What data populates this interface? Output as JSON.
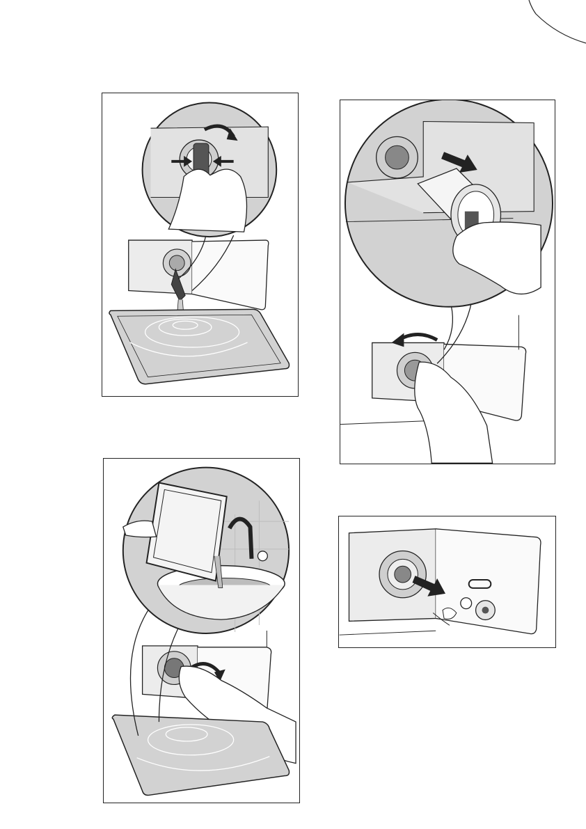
{
  "page": {
    "background": "#ffffff",
    "line_color": "#222222",
    "fill_gray": "#d2d2d2",
    "fill_light": "#ececec"
  },
  "panels": [
    {
      "id": "drain-water-step",
      "icons": [
        "magnifier-circle-icon",
        "squeeze-arrows-icon",
        "rotate-arrow-icon",
        "drain-tray-icon",
        "hand-icon"
      ]
    },
    {
      "id": "remove-filter-step",
      "icons": [
        "magnifier-circle-icon",
        "pull-arrow-icon",
        "rotate-left-arrow-icon",
        "hand-icon",
        "filter-icon"
      ]
    },
    {
      "id": "pour-water-step",
      "icons": [
        "magnifier-circle-icon",
        "sink-icon",
        "tap-icon",
        "tray-icon",
        "rotate-arrow-icon",
        "hand-icon"
      ]
    },
    {
      "id": "clean-filter-step",
      "icons": [
        "filter-housing-icon",
        "pull-arrow-icon",
        "coin-icon",
        "paperclip-icon",
        "debris-icon"
      ]
    }
  ]
}
